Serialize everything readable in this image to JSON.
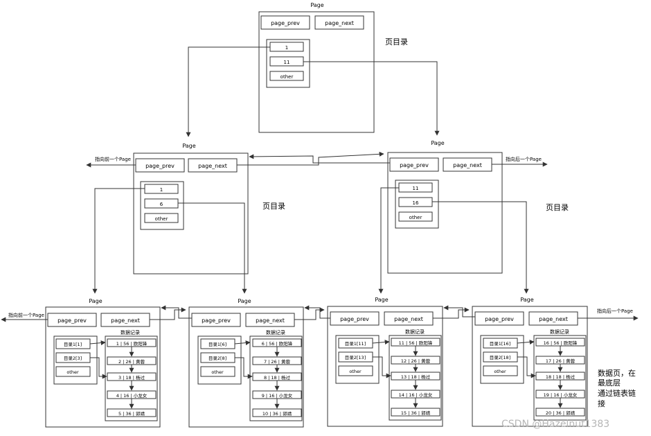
{
  "root": {
    "page_label": "Page",
    "prev": "page_prev",
    "next": "page_next",
    "entries": [
      "1",
      "11",
      "other"
    ],
    "dir_label": "页目录"
  },
  "mid_left": {
    "page_label": "Page",
    "prev": "page_prev",
    "next": "page_next",
    "entries": [
      "1",
      "6",
      "other"
    ],
    "dir_label": "页目录",
    "prev_note": "指向前一个Page"
  },
  "mid_right": {
    "page_label": "Page",
    "prev": "page_prev",
    "next": "page_next",
    "entries": [
      "11",
      "16",
      "other"
    ],
    "dir_label": "页目录",
    "next_note": "指向后一个Page"
  },
  "leaves": [
    {
      "page_label": "Page",
      "prev": "page_prev",
      "next": "page_next",
      "records_title": "数据记录",
      "dirs": [
        "目录1[1]",
        "目录2[3]",
        "other"
      ],
      "records": [
        "1 | 56 | 欧阳锋",
        "2 | 26 | 黄蓉",
        "3 | 18 | 杨过",
        "4 | 16 | 小龙女",
        "5 | 36 | 郭靖"
      ],
      "prev_note": "指向前一个Page"
    },
    {
      "page_label": "Page",
      "prev": "page_prev",
      "next": "page_next",
      "records_title": "数据记录",
      "dirs": [
        "目录1[6]",
        "目录2[8]",
        "other"
      ],
      "records": [
        "6 | 56 | 欧阳锋",
        "7 | 26 | 黄蓉",
        "8 | 18 | 杨过",
        "9 | 16 | 小龙女",
        "10 | 36 | 郭靖"
      ]
    },
    {
      "page_label": "Page",
      "prev": "page_prev",
      "next": "page_next",
      "records_title": "数据记录",
      "dirs": [
        "目录1[11]",
        "目录2[13]",
        "other"
      ],
      "records": [
        "11 | 56 | 欧阳锋",
        "12 | 26 | 黄蓉",
        "13 | 18 | 杨过",
        "14 | 16 | 小龙女",
        "15 | 36 | 郭靖"
      ]
    },
    {
      "page_label": "Page",
      "prev": "page_prev",
      "next": "page_next",
      "records_title": "数据记录",
      "dirs": [
        "目录1[16]",
        "目录2[18]",
        "other"
      ],
      "records": [
        "16 | 56 | 欧阳锋",
        "17 | 26 | 黄蓉",
        "18 | 18 | 杨过",
        "19 | 16 | 小龙女",
        "20 | 36 | 郭靖"
      ],
      "next_note": "指向后一个Page"
    }
  ],
  "data_page_note": [
    "数据页，在",
    "最底层",
    "通过链表链",
    "接"
  ],
  "watermark": "CSDN @Hazelnut1383"
}
